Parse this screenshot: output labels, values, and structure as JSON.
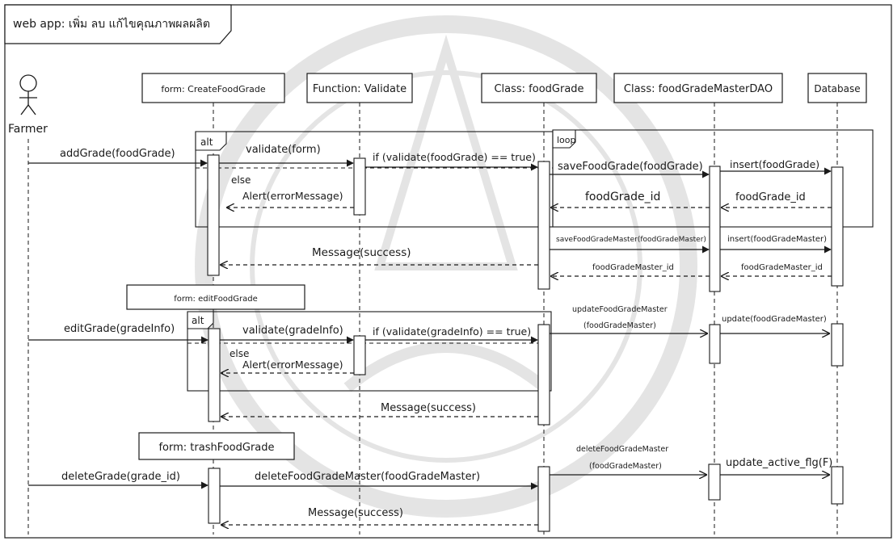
{
  "frame_title": "web app: เพิ่ม ลบ แก้ไขคุณภาพผลผลิต",
  "actor": {
    "name": "Farmer"
  },
  "lifelines": [
    {
      "id": "createForm",
      "label": "form: CreateFoodGrade"
    },
    {
      "id": "validate",
      "label": "Function: Validate"
    },
    {
      "id": "foodGrade",
      "label": "Class: foodGrade"
    },
    {
      "id": "dao",
      "label": "Class: foodGradeMasterDAO"
    },
    {
      "id": "db",
      "label": "Database"
    }
  ],
  "extra_lifelines": {
    "edit_form": "form: editFoodGrade",
    "trash_form": "form: trashFoodGrade"
  },
  "fragments": {
    "alt1": "alt",
    "alt2": "alt",
    "loop": "loop",
    "else1": "else",
    "else2": "else"
  },
  "messages": {
    "m1": "addGrade(foodGrade)",
    "m2": "validate(form)",
    "m3": "if (validate(foodGrade) == true)",
    "m4": "saveFoodGrade(foodGrade)",
    "m5": "insert(foodGrade)",
    "m6": "foodGrade_id",
    "m7": "foodGrade_id",
    "m8": "Alert(errorMessage)",
    "m9": "saveFoodGradeMaster(foodGradeMaster)",
    "m10": "insert(foodGradeMaster)",
    "m11": "Message(success)",
    "m12": "foodGradeMaster_id",
    "m13": "foodGradeMaster_id",
    "m14": "editGrade(gradeInfo)",
    "m15": "validate(gradeInfo)",
    "m16": "if (validate(gradeInfo) == true)",
    "m17a": "updateFoodGradeMaster",
    "m17b": "(foodGradeMaster)",
    "m18": "update(foodGradeMaster)",
    "m19": "Alert(errorMessage)",
    "m20": "Message(success)",
    "m21": "deleteGrade(grade_id)",
    "m22": "deleteFoodGradeMaster(foodGradeMaster)",
    "m23a": "deleteFoodGradeMaster",
    "m23b": "(foodGradeMaster)",
    "m24": "update_active_flg(F)",
    "m25": "Message(success)"
  }
}
